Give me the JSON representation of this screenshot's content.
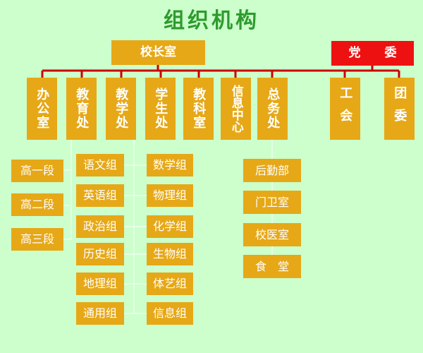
{
  "title": "组织机构",
  "principal": "校长室",
  "party": "党　　委",
  "departments": [
    {
      "key": "office",
      "label": "办公室"
    },
    {
      "key": "education",
      "label": "教育处"
    },
    {
      "key": "teaching",
      "label": "教学处"
    },
    {
      "key": "student",
      "label": "学生处"
    },
    {
      "key": "research",
      "label": "教科室"
    },
    {
      "key": "info",
      "label": "信息中心"
    },
    {
      "key": "general",
      "label": "总务处"
    },
    {
      "key": "union",
      "label": "工会"
    },
    {
      "key": "league",
      "label": "团委"
    }
  ],
  "grades": [
    "高一段",
    "高二段",
    "高三段"
  ],
  "groups_left": [
    "语文组",
    "英语组",
    "政治组",
    "历史组",
    "地理组",
    "通用组"
  ],
  "groups_right": [
    "数学组",
    "物理组",
    "化学组",
    "生物组",
    "体艺组",
    "信息组"
  ],
  "general_units": [
    "后勤部",
    "门卫室",
    "校医室",
    "食　堂"
  ],
  "colors": {
    "box": "#e6a817",
    "party": "#ee1111",
    "line_red": "#cc0000",
    "line_white": "#ffffff",
    "title": "#2e9a2e",
    "background": "#ccffcc"
  }
}
